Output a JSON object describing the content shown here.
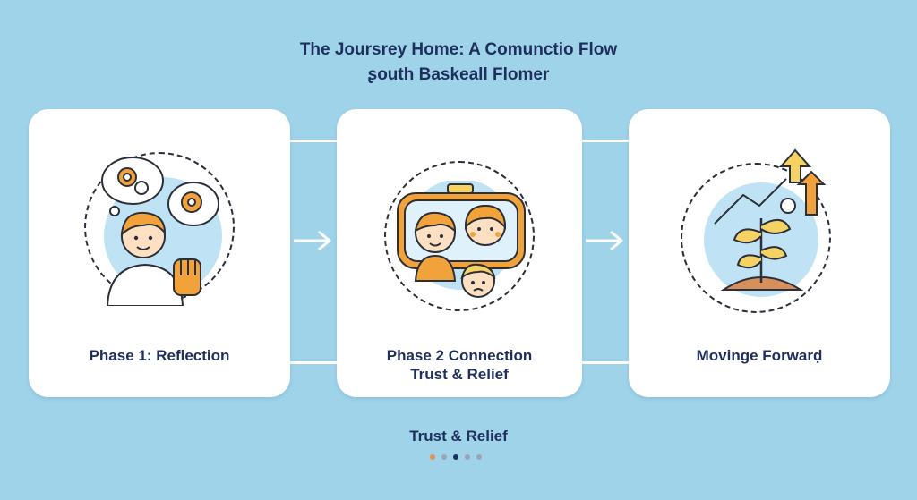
{
  "header": {
    "title_line1": "The Joursrey Home: A Comunctio Flow",
    "title_line2": "ʂouth Baskeall Flomer"
  },
  "phases": [
    {
      "label_line1": "Phase 1: Reflection",
      "label_line2": ""
    },
    {
      "label_line1": "Phase 2 Connection",
      "label_line2": "Trust & Relief"
    },
    {
      "label_line1": "Movinge Forwarḍ",
      "label_line2": ""
    }
  ],
  "footer": {
    "caption": "Trust & Relief"
  },
  "pager": {
    "count": 5,
    "active_index": 2,
    "colors": [
      "#e0905a",
      "#9aa6b8",
      "#1f2f5c",
      "#9aa6b8",
      "#9aa6b8"
    ]
  },
  "icons": {
    "phase1": [
      "gear-thought-icon",
      "person-icon",
      "glove-icon"
    ],
    "phase2": [
      "rearview-mirror-icon",
      "family-icon"
    ],
    "phase3": [
      "growth-arrow-icon",
      "sprout-icon"
    ],
    "arrows": "chevron-right-arrow-icon"
  },
  "colors": {
    "background": "#9fd3ea",
    "card": "#ffffff",
    "text": "#1f2f5c",
    "accent_orange": "#f2a23a",
    "accent_yellow": "#f4d264",
    "ring_fill": "#bfe3f4"
  }
}
